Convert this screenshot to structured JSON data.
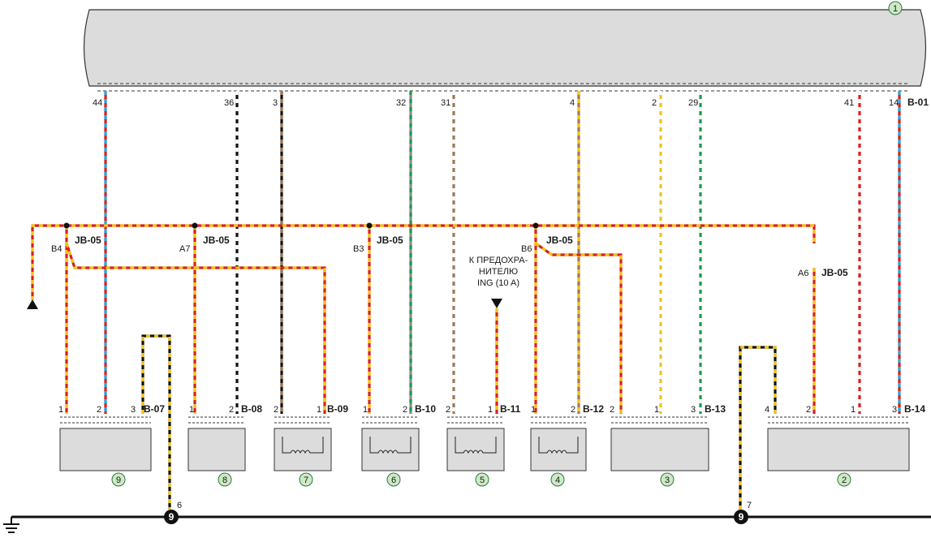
{
  "unit_main_number": "1",
  "connector_main": "B-01",
  "main_pins": [
    "44",
    "36",
    "3",
    "32",
    "31",
    "4",
    "2",
    "29",
    "41",
    "14"
  ],
  "junction_label": "JB-05",
  "junction_pins": [
    "B4",
    "A7",
    "B3",
    "B6",
    "A6"
  ],
  "fuse_note_lines": [
    "К ПРЕДОХРА-",
    "НИТЕЛЮ",
    "ING (10 A)"
  ],
  "components": [
    {
      "number": "9",
      "connector": "B-07",
      "pins": [
        "1",
        "2",
        "3"
      ]
    },
    {
      "number": "8",
      "connector": "B-08",
      "pins": [
        "1",
        "2"
      ]
    },
    {
      "number": "7",
      "connector": "B-09",
      "pins": [
        "2",
        "1"
      ]
    },
    {
      "number": "6",
      "connector": "B-10",
      "pins": [
        "1",
        "2"
      ]
    },
    {
      "number": "5",
      "connector": "B-11",
      "pins": [
        "2",
        "1"
      ]
    },
    {
      "number": "4",
      "connector": "B-12",
      "pins": [
        "1",
        "2"
      ]
    },
    {
      "number": "3",
      "connector": "B-13",
      "pins": [
        "2",
        "1",
        "3"
      ]
    },
    {
      "number": "2",
      "connector": "B-14",
      "pins": [
        "4",
        "2",
        "1",
        "3"
      ]
    }
  ],
  "ground_points": [
    {
      "label": "9",
      "wire": "6"
    },
    {
      "label": "9",
      "wire": "7"
    }
  ],
  "colors": {
    "red": "#d62020",
    "yellow": "#f2c21a",
    "blue": "#29a8e0",
    "black": "#111111",
    "white": "#ffffff",
    "green": "#1e9a4a",
    "grey": "#8a8a8a",
    "brown": "#9a7a5a",
    "box_fill": "#dcdcdc",
    "badge_fill": "#cfe8c8"
  }
}
